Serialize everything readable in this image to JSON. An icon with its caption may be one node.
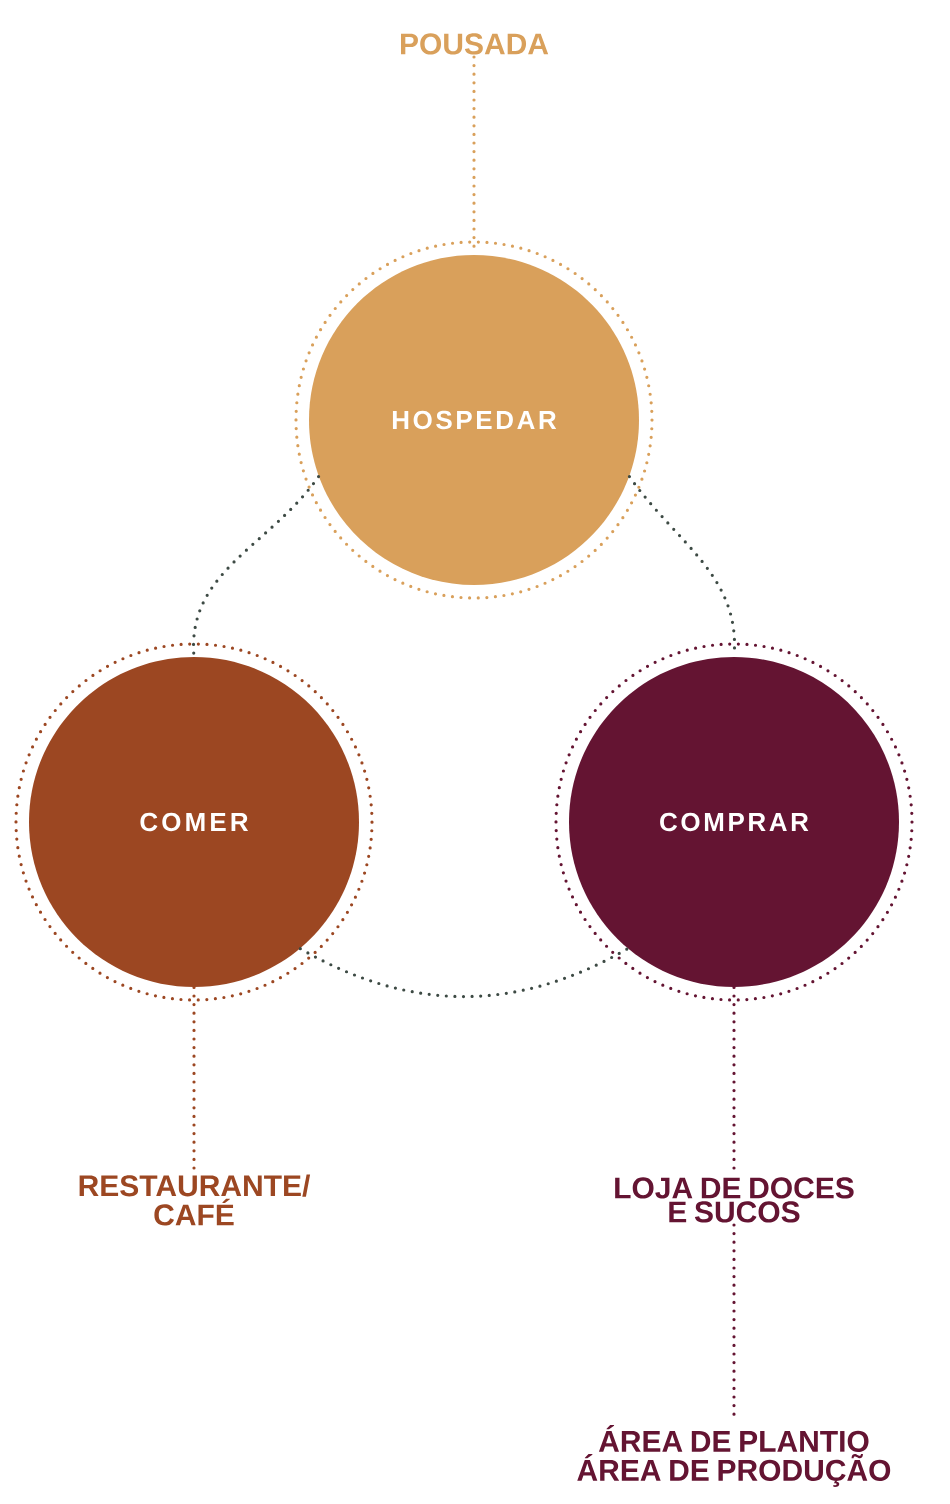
{
  "diagram": {
    "nodes": [
      {
        "text": [
          "POUSADA"
        ]
      },
      {
        "text": [
          "HOSPEDAR"
        ]
      },
      {
        "text": [
          "COMER"
        ]
      },
      {
        "text": [
          "COMPRAR"
        ]
      },
      {
        "text": [
          "RESTAURANTE/ CAFÉ"
        ]
      },
      {
        "text": [
          "LOJA DE DOCES E SUCOS"
        ]
      },
      {
        "text": [
          "ÁREA DE PLANTIO",
          "ÁREA DE PRODUÇÃO"
        ]
      }
    ],
    "edges": [
      {
        "from": 0,
        "to": 1,
        "arrow": "none",
        "color": "#d9a05b"
      },
      {
        "from": 1,
        "to": 2,
        "arrow": "none",
        "color": "#3d4a44"
      },
      {
        "from": 1,
        "to": 3,
        "arrow": "none",
        "color": "#3d4a44"
      },
      {
        "from": 2,
        "to": 3,
        "arrow": "none",
        "color": "#3d4a44"
      },
      {
        "from": 2,
        "to": 4,
        "arrow": "none",
        "color": "#9c4722"
      },
      {
        "from": 3,
        "to": 5,
        "arrow": "none",
        "color": "#641432"
      },
      {
        "from": 5,
        "to": 6,
        "arrow": "none",
        "color": "#641432"
      }
    ]
  }
}
